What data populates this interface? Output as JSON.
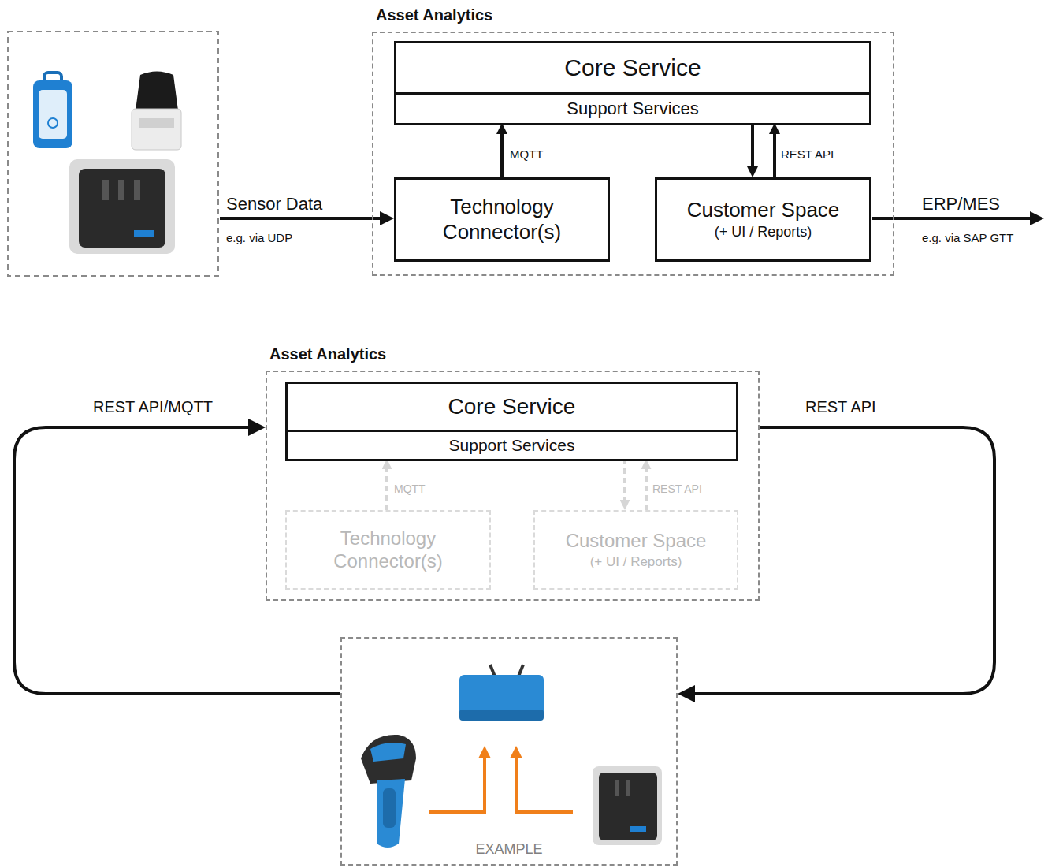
{
  "diagram": {
    "nodes": [
      {
        "text": [
          "Asset Analytics"
        ]
      },
      {
        "text": [
          "Core Service"
        ],
        "in": 0
      },
      {
        "text": [
          "Support Services"
        ],
        "in": 1
      },
      {
        "text": [
          "Technology Connector(s)"
        ],
        "in": 0
      },
      {
        "text": [
          "Customer Space",
          "(+ UI / Reports)"
        ],
        "in": 0
      },
      {
        "text": [
          "Asset Analytics"
        ]
      },
      {
        "text": [
          "Core Service"
        ],
        "in": 5
      },
      {
        "text": [
          "Support Services"
        ],
        "in": 6
      },
      {
        "text": [
          "Technology Connector(s)"
        ],
        "in": 5
      },
      {
        "text": [
          "Customer Space",
          "(+ UI / Reports)"
        ],
        "in": 5
      },
      {
        "text": [
          "EXAMPLE"
        ]
      }
    ],
    "edges": [
      {
        "from": 3,
        "to": 2,
        "label": "MQTT",
        "arrow": "to"
      },
      {
        "from": 2,
        "to": 4,
        "arrow": "to"
      },
      {
        "from": 4,
        "to": 2,
        "label": "REST API",
        "arrow": "to"
      },
      {
        "from": 8,
        "to": 7,
        "label": "MQTT",
        "arrow": "to"
      },
      {
        "from": 7,
        "to": 9,
        "arrow": "to"
      },
      {
        "from": 9,
        "to": 7,
        "label": "REST API",
        "arrow": "to"
      },
      {
        "from": 10,
        "to": 5,
        "label": "REST API/MQTT",
        "arrow": "to"
      },
      {
        "from": 5,
        "to": 10,
        "label": "REST API",
        "arrow": "to"
      }
    ],
    "labels": [
      "Sensor Data",
      "e.g. via UDP",
      "ERP/MES",
      "e.g. via SAP GTT"
    ]
  }
}
